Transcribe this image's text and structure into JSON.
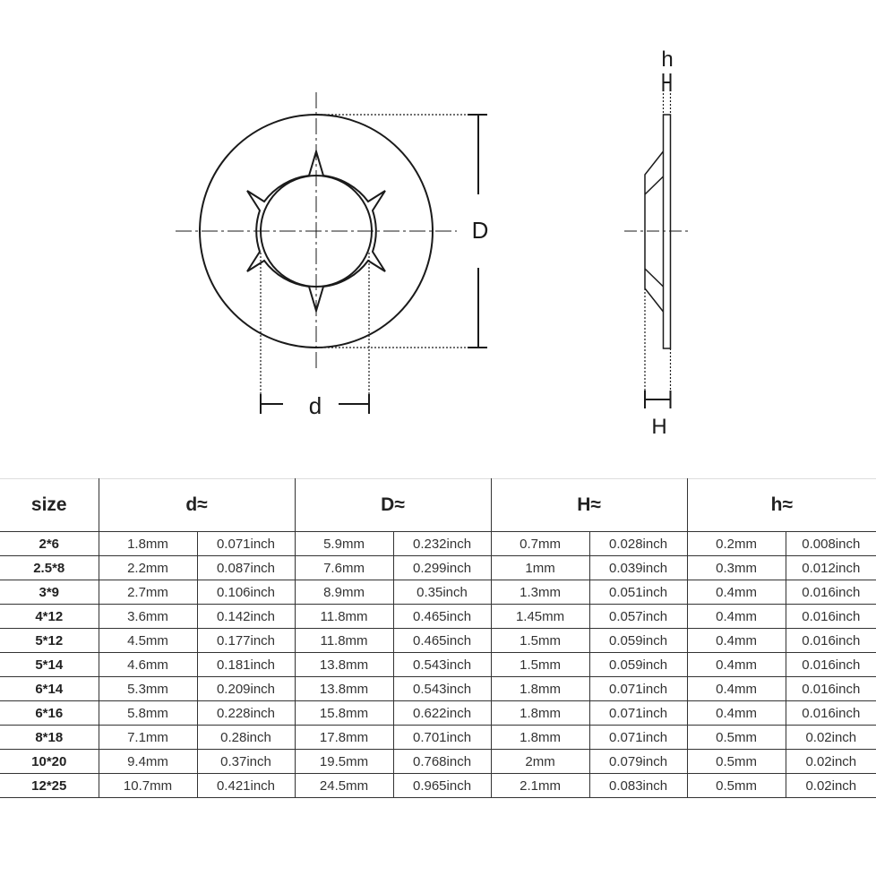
{
  "drawing": {
    "front_view": {
      "label_outer_diameter": "D",
      "label_inner_diameter": "d"
    },
    "side_view": {
      "label_thickness": "h",
      "label_height": "H"
    }
  },
  "table": {
    "headers": {
      "size": "size",
      "d": "d≈",
      "D": "D≈",
      "H": "H≈",
      "h": "h≈"
    },
    "rows": [
      {
        "size": "2*6",
        "d_mm": "1.8mm",
        "d_in": "0.071inch",
        "D_mm": "5.9mm",
        "D_in": "0.232inch",
        "H_mm": "0.7mm",
        "H_in": "0.028inch",
        "h_mm": "0.2mm",
        "h_in": "0.008inch"
      },
      {
        "size": "2.5*8",
        "d_mm": "2.2mm",
        "d_in": "0.087inch",
        "D_mm": "7.6mm",
        "D_in": "0.299inch",
        "H_mm": "1mm",
        "H_in": "0.039inch",
        "h_mm": "0.3mm",
        "h_in": "0.012inch"
      },
      {
        "size": "3*9",
        "d_mm": "2.7mm",
        "d_in": "0.106inch",
        "D_mm": "8.9mm",
        "D_in": "0.35inch",
        "H_mm": "1.3mm",
        "H_in": "0.051inch",
        "h_mm": "0.4mm",
        "h_in": "0.016inch"
      },
      {
        "size": "4*12",
        "d_mm": "3.6mm",
        "d_in": "0.142inch",
        "D_mm": "11.8mm",
        "D_in": "0.465inch",
        "H_mm": "1.45mm",
        "H_in": "0.057inch",
        "h_mm": "0.4mm",
        "h_in": "0.016inch"
      },
      {
        "size": "5*12",
        "d_mm": "4.5mm",
        "d_in": "0.177inch",
        "D_mm": "11.8mm",
        "D_in": "0.465inch",
        "H_mm": "1.5mm",
        "H_in": "0.059inch",
        "h_mm": "0.4mm",
        "h_in": "0.016inch"
      },
      {
        "size": "5*14",
        "d_mm": "4.6mm",
        "d_in": "0.181inch",
        "D_mm": "13.8mm",
        "D_in": "0.543inch",
        "H_mm": "1.5mm",
        "H_in": "0.059inch",
        "h_mm": "0.4mm",
        "h_in": "0.016inch"
      },
      {
        "size": "6*14",
        "d_mm": "5.3mm",
        "d_in": "0.209inch",
        "D_mm": "13.8mm",
        "D_in": "0.543inch",
        "H_mm": "1.8mm",
        "H_in": "0.071inch",
        "h_mm": "0.4mm",
        "h_in": "0.016inch"
      },
      {
        "size": "6*16",
        "d_mm": "5.8mm",
        "d_in": "0.228inch",
        "D_mm": "15.8mm",
        "D_in": "0.622inch",
        "H_mm": "1.8mm",
        "H_in": "0.071inch",
        "h_mm": "0.4mm",
        "h_in": "0.016inch"
      },
      {
        "size": "8*18",
        "d_mm": "7.1mm",
        "d_in": "0.28inch",
        "D_mm": "17.8mm",
        "D_in": "0.701inch",
        "H_mm": "1.8mm",
        "H_in": "0.071inch",
        "h_mm": "0.5mm",
        "h_in": "0.02inch"
      },
      {
        "size": "10*20",
        "d_mm": "9.4mm",
        "d_in": "0.37inch",
        "D_mm": "19.5mm",
        "D_in": "0.768inch",
        "H_mm": "2mm",
        "H_in": "0.079inch",
        "h_mm": "0.5mm",
        "h_in": "0.02inch"
      },
      {
        "size": "12*25",
        "d_mm": "10.7mm",
        "d_in": "0.421inch",
        "D_mm": "24.5mm",
        "D_in": "0.965inch",
        "H_mm": "2.1mm",
        "H_in": "0.083inch",
        "h_mm": "0.5mm",
        "h_in": "0.02inch"
      }
    ]
  }
}
